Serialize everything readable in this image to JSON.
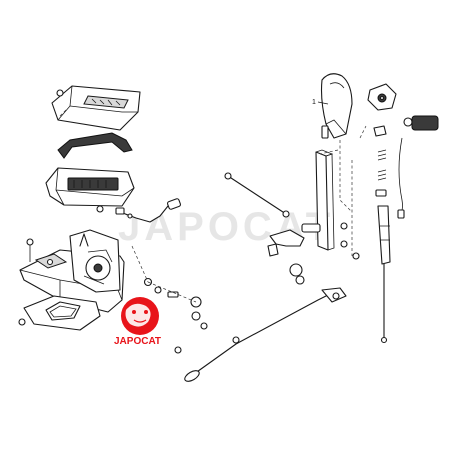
{
  "diagram": {
    "part_number_label": "1",
    "watermark_text": "JAPOCAT",
    "logo": {
      "text": "JAPOCAT",
      "color": "#e8141a"
    },
    "colors": {
      "line": "#1a1a1a",
      "accent": "#e8141a",
      "watermark": "#c8c8c8"
    }
  }
}
